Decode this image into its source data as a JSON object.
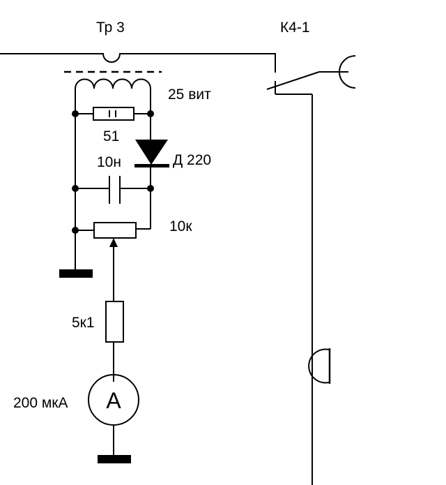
{
  "diagram": {
    "transformer_label": "Тр 3",
    "relay_contact_label": "К4-1",
    "winding_label": "25 вит",
    "resistor_label": "51",
    "capacitor_label": "10н",
    "diode_label": "Д 220",
    "potentiometer_label": "10к",
    "series_resistor_label": "5к1",
    "meter_label": "200 мкА",
    "meter_symbol": "A",
    "line_color": "#000000",
    "background_color": "#ffffff"
  }
}
